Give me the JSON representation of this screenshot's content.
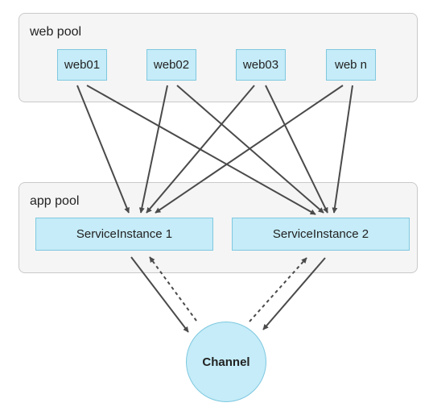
{
  "web_pool": {
    "label": "web pool",
    "nodes": [
      {
        "id": "web01",
        "label": "web01"
      },
      {
        "id": "web02",
        "label": "web02"
      },
      {
        "id": "web03",
        "label": "web03"
      },
      {
        "id": "webn",
        "label": "web n"
      }
    ]
  },
  "app_pool": {
    "label": "app pool",
    "nodes": [
      {
        "id": "svc1",
        "label": "ServiceInstance 1"
      },
      {
        "id": "svc2",
        "label": "ServiceInstance 2"
      }
    ]
  },
  "channel": {
    "label": "Channel"
  },
  "edges": [
    {
      "from": "web01",
      "to": "svc1",
      "style": "solid"
    },
    {
      "from": "web01",
      "to": "svc2",
      "style": "solid"
    },
    {
      "from": "web02",
      "to": "svc1",
      "style": "solid"
    },
    {
      "from": "web02",
      "to": "svc2",
      "style": "solid"
    },
    {
      "from": "web03",
      "to": "svc1",
      "style": "solid"
    },
    {
      "from": "web03",
      "to": "svc2",
      "style": "solid"
    },
    {
      "from": "webn",
      "to": "svc1",
      "style": "solid"
    },
    {
      "from": "webn",
      "to": "svc2",
      "style": "solid"
    },
    {
      "from": "svc1",
      "to": "channel",
      "style": "solid"
    },
    {
      "from": "channel",
      "to": "svc1",
      "style": "dashed"
    },
    {
      "from": "svc2",
      "to": "channel",
      "style": "solid"
    },
    {
      "from": "channel",
      "to": "svc2",
      "style": "dashed"
    }
  ],
  "colors": {
    "node_fill": "#c5ecf8",
    "node_border": "#7fc8e0",
    "pool_fill": "#f5f5f5",
    "pool_border": "#c9c9c9",
    "arrow": "#4a4a4a"
  }
}
